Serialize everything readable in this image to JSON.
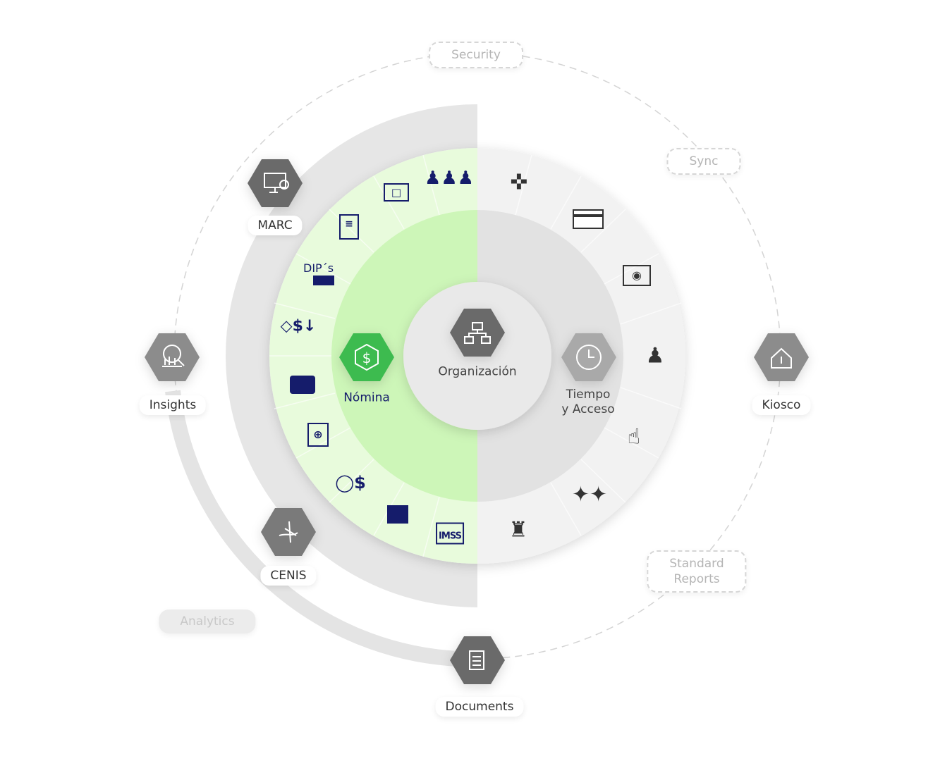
{
  "center": {
    "label": "Organización",
    "icon": "org-chart-icon"
  },
  "left_module": {
    "label": "Nómina",
    "icon": "dollar-icon",
    "color": "#3dbb4f"
  },
  "right_module": {
    "label_line1": "Tiempo",
    "label_line2": "y Acceso",
    "icon": "clock-icon"
  },
  "satellites": {
    "marc": {
      "label": "MARC",
      "icon": "monitor-cfdi-icon"
    },
    "insights": {
      "label": "Insights",
      "icon": "chart-magnifier-icon"
    },
    "cenis": {
      "label": "CENIS",
      "icon": "signature-icon"
    },
    "kiosco": {
      "label": "Kiosco",
      "icon": "home-info-icon"
    },
    "documents": {
      "label": "Documents",
      "icon": "documents-icon"
    }
  },
  "future_tags": {
    "security": "Security",
    "sync": "Sync",
    "standard_reports_line1": "Standard",
    "standard_reports_line2": "Reports",
    "analytics": "Analytics"
  },
  "left_icons": {
    "dips_text": "DIP´s",
    "imss_text": "IMSS"
  },
  "colors": {
    "navy": "#151c6b",
    "hex_gray": "#6b6b6b",
    "green_outer": "#e8fbdc",
    "green_inner": "#cdf6b8",
    "gray_outer": "#f2f2f2",
    "gray_inner": "#e2e2e2"
  }
}
